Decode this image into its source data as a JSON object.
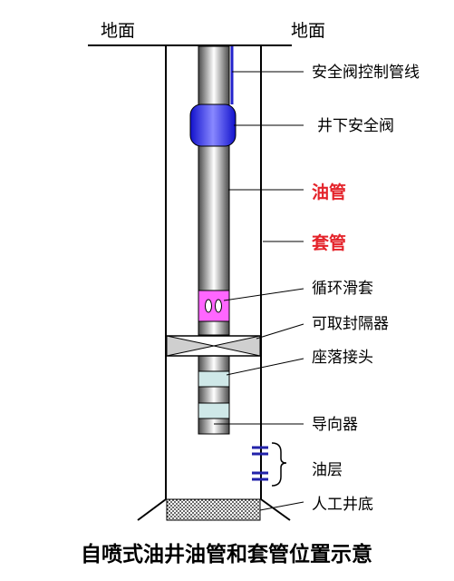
{
  "labels": {
    "ground_left": "地面",
    "ground_right": "地面",
    "control_line": "安全阀控制管线",
    "safety_valve": "井下安全阀",
    "tubing": "油管",
    "casing": "套管",
    "sliding_sleeve": "循环滑套",
    "packer": "可取封隔器",
    "landing_nipple": "座落接头",
    "guide": "导向器",
    "oil_layer": "油层",
    "bottom": "人工井底"
  },
  "title": "自喷式油井油管和套管位置示意",
  "colors": {
    "highlight": "#e4232a",
    "valve": "#3333ff",
    "sleeve": "#ff66ff",
    "nipple": "#cfe8e8",
    "perforation": "#2222aa"
  }
}
